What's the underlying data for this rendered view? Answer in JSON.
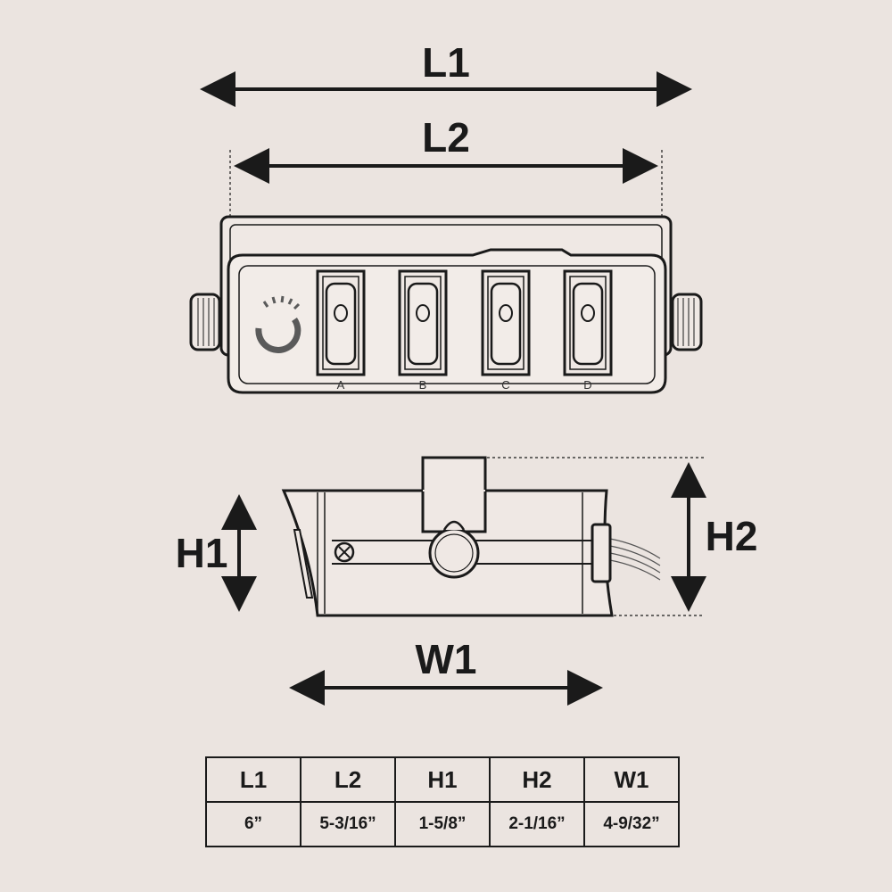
{
  "dimensions": {
    "l1": "L1",
    "l2": "L2",
    "h1": "H1",
    "h2": "H2",
    "w1": "W1"
  },
  "switches": [
    {
      "label": "A"
    },
    {
      "label": "B"
    },
    {
      "label": "C"
    },
    {
      "label": "D"
    }
  ],
  "table": {
    "headers": [
      "L1",
      "L2",
      "H1",
      "H2",
      "W1"
    ],
    "values": [
      "6”",
      "5-3/16”",
      "1-5/8”",
      "2-1/16”",
      "4-9/32”"
    ]
  },
  "colors": {
    "background": "#ebe4e0",
    "line": "#1a1a1a",
    "device_fill": "#efe8e4",
    "logo": "#5a5a5a"
  }
}
